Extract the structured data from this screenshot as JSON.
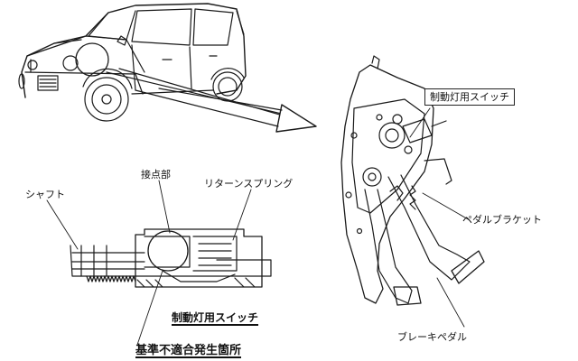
{
  "labels": {
    "brake_switch_boxed": "制動灯用スイッチ",
    "pedal_bracket": "ペダルブラケット",
    "brake_pedal": "ブレーキペダル",
    "shaft": "シャフト",
    "contact_point": "接点部",
    "return_spring": "リターンスプリング",
    "brake_switch_caption": "制動灯用スイッチ",
    "defect_location": "基準不適合発生箇所"
  },
  "colors": {
    "line": "#1a1a1a",
    "background": "#ffffff"
  }
}
